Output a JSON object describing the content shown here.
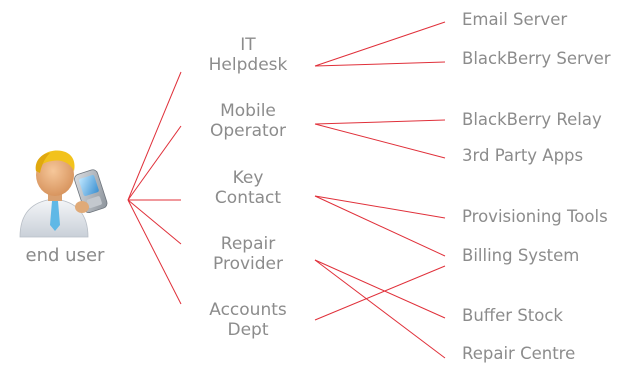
{
  "user": {
    "label": "end user"
  },
  "contacts": [
    {
      "id": "it",
      "line1": "IT",
      "line2": "Helpdesk"
    },
    {
      "id": "mobile",
      "line1": "Mobile",
      "line2": "Operator"
    },
    {
      "id": "key",
      "line1": "Key",
      "line2": "Contact"
    },
    {
      "id": "repair",
      "line1": "Repair",
      "line2": "Provider"
    },
    {
      "id": "accounts",
      "line1": "Accounts",
      "line2": "Dept"
    }
  ],
  "systems": [
    {
      "id": "email",
      "label": "Email Server"
    },
    {
      "id": "bbserver",
      "label": "BlackBerry Server"
    },
    {
      "id": "bbrelay",
      "label": "BlackBerry Relay"
    },
    {
      "id": "apps",
      "label": "3rd Party Apps"
    },
    {
      "id": "prov",
      "label": "Provisioning Tools"
    },
    {
      "id": "billing",
      "label": "Billing System"
    },
    {
      "id": "buffer",
      "label": "Buffer Stock"
    },
    {
      "id": "repaircentre",
      "label": "Repair Centre"
    }
  ],
  "colors": {
    "line": "#e0303a",
    "text": "#8c8c8c"
  }
}
